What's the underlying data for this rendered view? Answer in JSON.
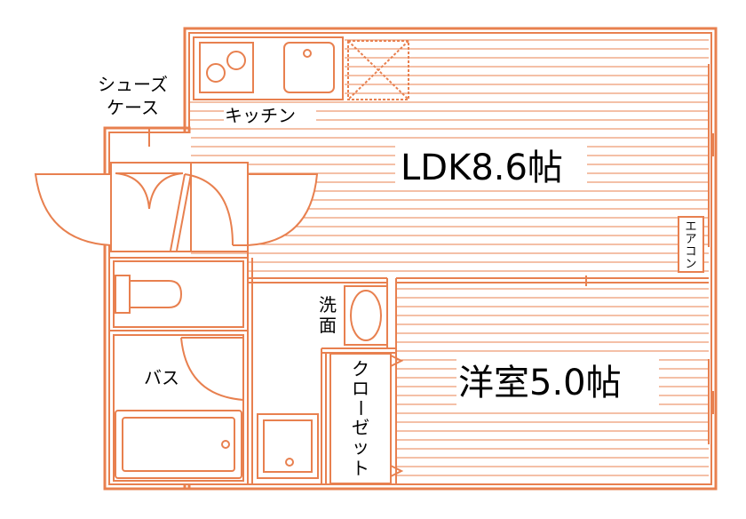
{
  "colors": {
    "wall": "#e8804f",
    "line": "#e8804f",
    "fill": "#ffffff",
    "text": "#000000"
  },
  "rooms": {
    "ldk": "LDK8.6帖",
    "western": "洋室5.0帖",
    "kitchen": "キッチン",
    "bath": "バス",
    "washroom_line1": "洗",
    "washroom_line2": "面",
    "shoe_case_line1": "シューズ",
    "shoe_case_line2": "ケース"
  },
  "vertical_labels": {
    "closet": [
      "ク",
      "ロ",
      "ー",
      "ゼ",
      "ッ",
      "ト"
    ],
    "aircon": [
      "エ",
      "ア",
      "コ",
      "ン"
    ]
  }
}
